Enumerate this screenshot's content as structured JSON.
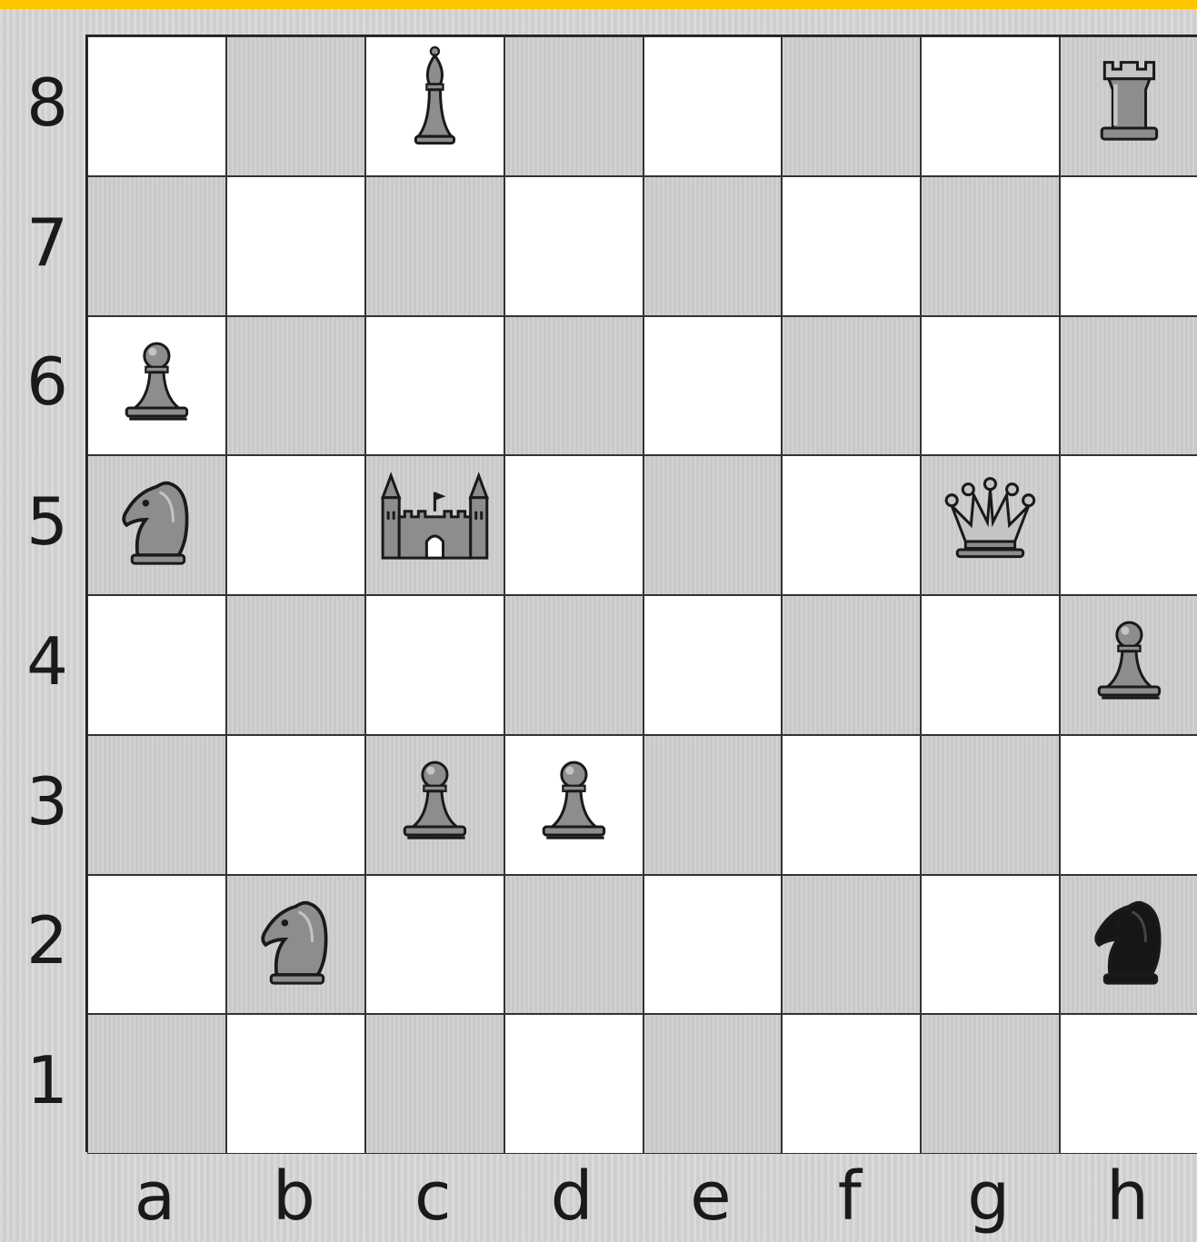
{
  "ranks": [
    "8",
    "7",
    "6",
    "5",
    "4",
    "3",
    "2",
    "1"
  ],
  "files": [
    "a",
    "b",
    "c",
    "d",
    "e",
    "f",
    "g",
    "h"
  ],
  "pieces": [
    {
      "square": "c8",
      "piece": "bishop",
      "color": "white",
      "icon": "bishop-icon"
    },
    {
      "square": "h8",
      "piece": "rook",
      "color": "white",
      "icon": "rook-icon"
    },
    {
      "square": "a6",
      "piece": "pawn",
      "color": "white",
      "icon": "pawn-icon"
    },
    {
      "square": "a5",
      "piece": "knight",
      "color": "white",
      "icon": "knight-icon"
    },
    {
      "square": "c5",
      "piece": "castle",
      "color": "white",
      "icon": "castle-icon"
    },
    {
      "square": "g5",
      "piece": "queen",
      "color": "white",
      "icon": "queen-icon"
    },
    {
      "square": "h4",
      "piece": "pawn",
      "color": "white",
      "icon": "pawn-icon"
    },
    {
      "square": "c3",
      "piece": "pawn",
      "color": "white",
      "icon": "pawn-icon"
    },
    {
      "square": "d3",
      "piece": "pawn",
      "color": "white",
      "icon": "pawn-icon"
    },
    {
      "square": "b2",
      "piece": "knight",
      "color": "white",
      "icon": "knight-icon"
    },
    {
      "square": "h2",
      "piece": "knight",
      "color": "black",
      "icon": "knight-icon"
    }
  ],
  "colors": {
    "accent_bar": "#ffc400",
    "light_square": "#ffffff",
    "dark_square": "#cfcfcf",
    "white_piece": "#8a8a8a",
    "black_piece": "#111111"
  }
}
